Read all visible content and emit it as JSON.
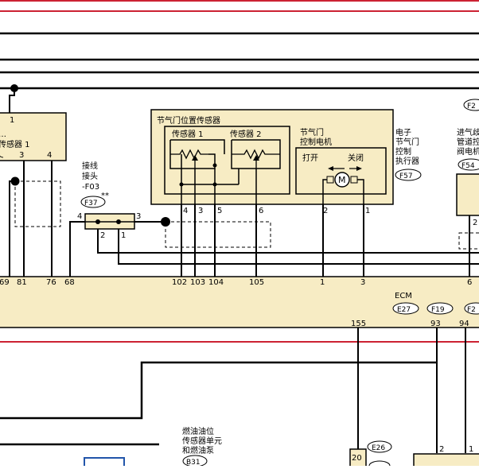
{
  "colors": {
    "border_red": "#cc2233",
    "component_fill": "#f7ecc4",
    "wire": "#000000",
    "connector_blue": "#2255aa"
  },
  "components": {
    "sensor1_left": {
      "label_line1": "…",
      "label_line2": "传感器 1",
      "pins": [
        "1",
        "3",
        "4"
      ]
    },
    "junction": {
      "label_line1": "接线",
      "label_line2": "接头",
      "label_line3": "-F03",
      "connector": "F37",
      "marker": "**",
      "pins": [
        "4",
        "3",
        "2",
        "1"
      ]
    },
    "throttle_sensor": {
      "title": "节气门位置传感器",
      "sensor1": "传感器 1",
      "sensor2": "传感器 2",
      "pins": [
        "4",
        "3",
        "5",
        "6"
      ]
    },
    "throttle_motor": {
      "title_line1": "节气门",
      "title_line2": "控制电机",
      "open": "打开",
      "close": "关闭",
      "motor_symbol": "M",
      "pins": [
        "2",
        "1"
      ]
    },
    "actuator": {
      "line1": "电子",
      "line2": "节气门",
      "line3": "控制",
      "line4": "执行器",
      "connector": "F57"
    },
    "right_edge": {
      "connector_top": "F2",
      "line1": "进气歧",
      "line2": "管道控",
      "line3": "阀电机",
      "connector": "F54",
      "pin": "2"
    },
    "ecm": {
      "label": "ECM",
      "connectors": [
        "E27",
        "F19",
        "F2"
      ],
      "pins_top": [
        "69",
        "81",
        "76",
        "68",
        "102",
        "103",
        "104",
        "105",
        "1",
        "3",
        "6"
      ],
      "pins_bottom": [
        "155",
        "93",
        "94"
      ]
    },
    "fuel_unit": {
      "line1": "燃油油位",
      "line2": "传感器单元",
      "line3": "和燃油泵",
      "connector": "B31"
    },
    "e26": {
      "connector": "E26",
      "pin": "20"
    },
    "lower_right": {
      "pins": [
        "2",
        "1"
      ]
    }
  }
}
